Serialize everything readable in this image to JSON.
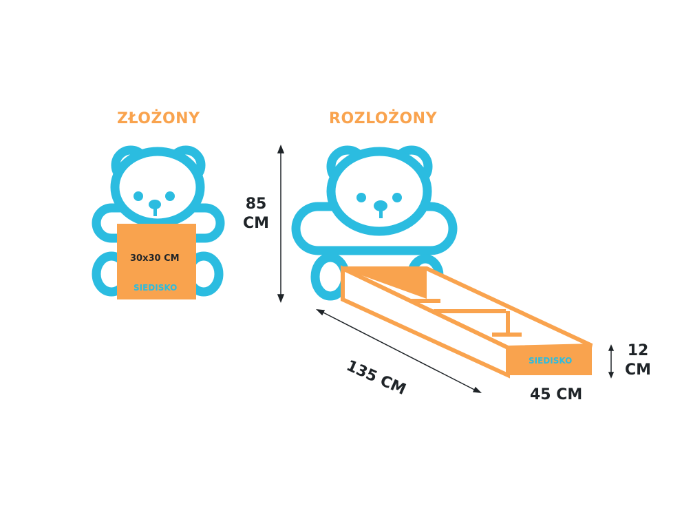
{
  "folded": {
    "title": "ZŁOŻONY",
    "box_size": "30x30 CM",
    "box_label": "SIEDISKO"
  },
  "unfolded": {
    "title": "ROZLOŻONY",
    "box_label": "SIEDISKO"
  },
  "dimensions": {
    "height_value": "85",
    "height_unit": "CM",
    "length": "135 CM",
    "width": "45 CM",
    "depth_value": "12",
    "depth_unit": "CM"
  },
  "colors": {
    "bear": "#2bbce0",
    "box": "#f9a34e",
    "text": "#1f2428"
  }
}
